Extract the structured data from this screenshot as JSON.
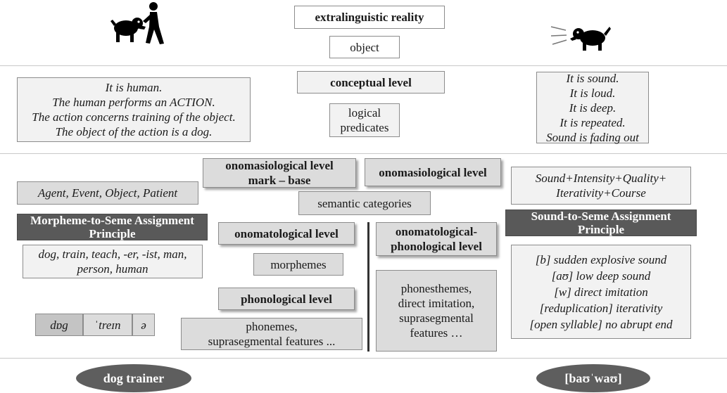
{
  "top": {
    "reality": "extralinguistic reality",
    "object": "object"
  },
  "conceptual": {
    "title": "conceptual level",
    "logical": [
      "logical",
      "predicates"
    ],
    "left_lines": [
      "It is human.",
      "The human performs an ACTION.",
      "The action concerns training of the object.",
      "The object of the action is a dog."
    ],
    "right_lines": [
      "It is sound.",
      "It is loud.",
      "It is deep.",
      "It is repeated.",
      "Sound is fading out"
    ]
  },
  "onomasiological": {
    "left_title": [
      "onomasiological level",
      "mark – base"
    ],
    "right_title": "onomasiological level",
    "semantic_categories": "semantic categories",
    "left_categories": "Agent, Event, Object, Patient",
    "right_categories": [
      "Sound+Intensity+Quality+",
      "Iterativity+Course"
    ]
  },
  "principles": {
    "left": [
      "Morpheme-to-Seme Assignment",
      "Principle"
    ],
    "right": [
      "Sound-to-Seme Assignment",
      "Principle"
    ]
  },
  "left_side": {
    "morphemes_list": [
      "dog, train, teach, -er, -ist, man,",
      "person, human"
    ],
    "phonetic": [
      "dɒg",
      "ˈtreɪn",
      "ə"
    ]
  },
  "onomatological": {
    "left_title": "onomatological level",
    "right_title": [
      "onomatological-",
      "phonological level"
    ],
    "morphemes": "morphemes",
    "phonological_title": "phonological level",
    "phonemes": [
      "phonemes,",
      "suprasegmental features ..."
    ],
    "phonesthemes": [
      "phonesthemes,",
      "direct imitation,",
      "suprasegmental",
      "features …"
    ]
  },
  "sound_list": [
    "[b] sudden explosive sound",
    "[aʊ] low deep sound",
    "[w] direct imitation",
    "[reduplication] iterativity",
    "[open syllable] no abrupt end"
  ],
  "outputs": {
    "left": "dog trainer",
    "right": "[baʊˈwaʊ]"
  },
  "icons": {
    "man_with_dog": "person-walking-dog-icon",
    "barking_dog": "barking-dog-icon"
  },
  "colors": {
    "dark_box": "#595959",
    "light_box": "#f2f2f2",
    "mid_box": "#dcdcdc"
  }
}
